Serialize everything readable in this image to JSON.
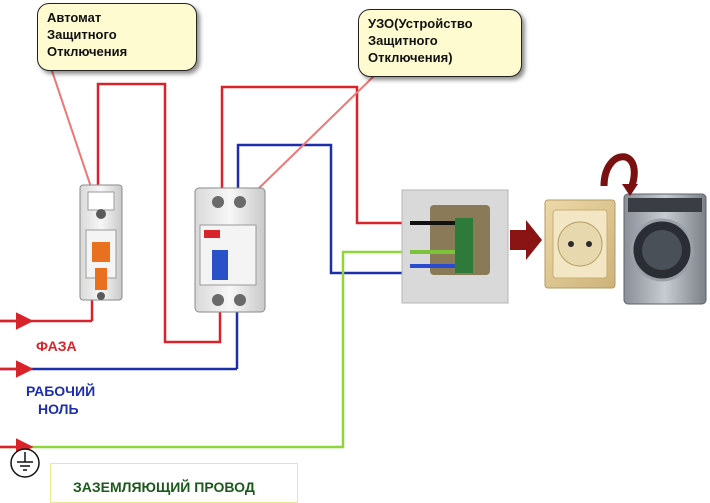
{
  "callouts": {
    "breaker": {
      "lines": [
        "Автомат",
        "Защитного",
        "Отключения"
      ]
    },
    "rcd": {
      "lines": [
        "УЗО(Устройство",
        "Защитного",
        "Отключения)"
      ]
    }
  },
  "wires": {
    "phase": {
      "label": "ФАЗА",
      "color": "#d8232a"
    },
    "neutral": {
      "label_line1": "РАБОЧИЙ",
      "label_line2": "НОЛЬ",
      "color": "#1c2fa8"
    },
    "ground": {
      "label": "ЗАЗЕМЛЯЮЩИЙ ПРОВОД",
      "color": "#8ed63a"
    }
  },
  "icons": [
    "ground-symbol-icon",
    "arrow-right-icon",
    "curved-arrow-icon"
  ],
  "colors": {
    "phase": "#d8232a",
    "neutral": "#1c2fa8",
    "ground": "#8ed63a",
    "breaker_accent": "#e8701e",
    "rcd_accent": "#2a52c8",
    "arrow": "#8a1414"
  }
}
